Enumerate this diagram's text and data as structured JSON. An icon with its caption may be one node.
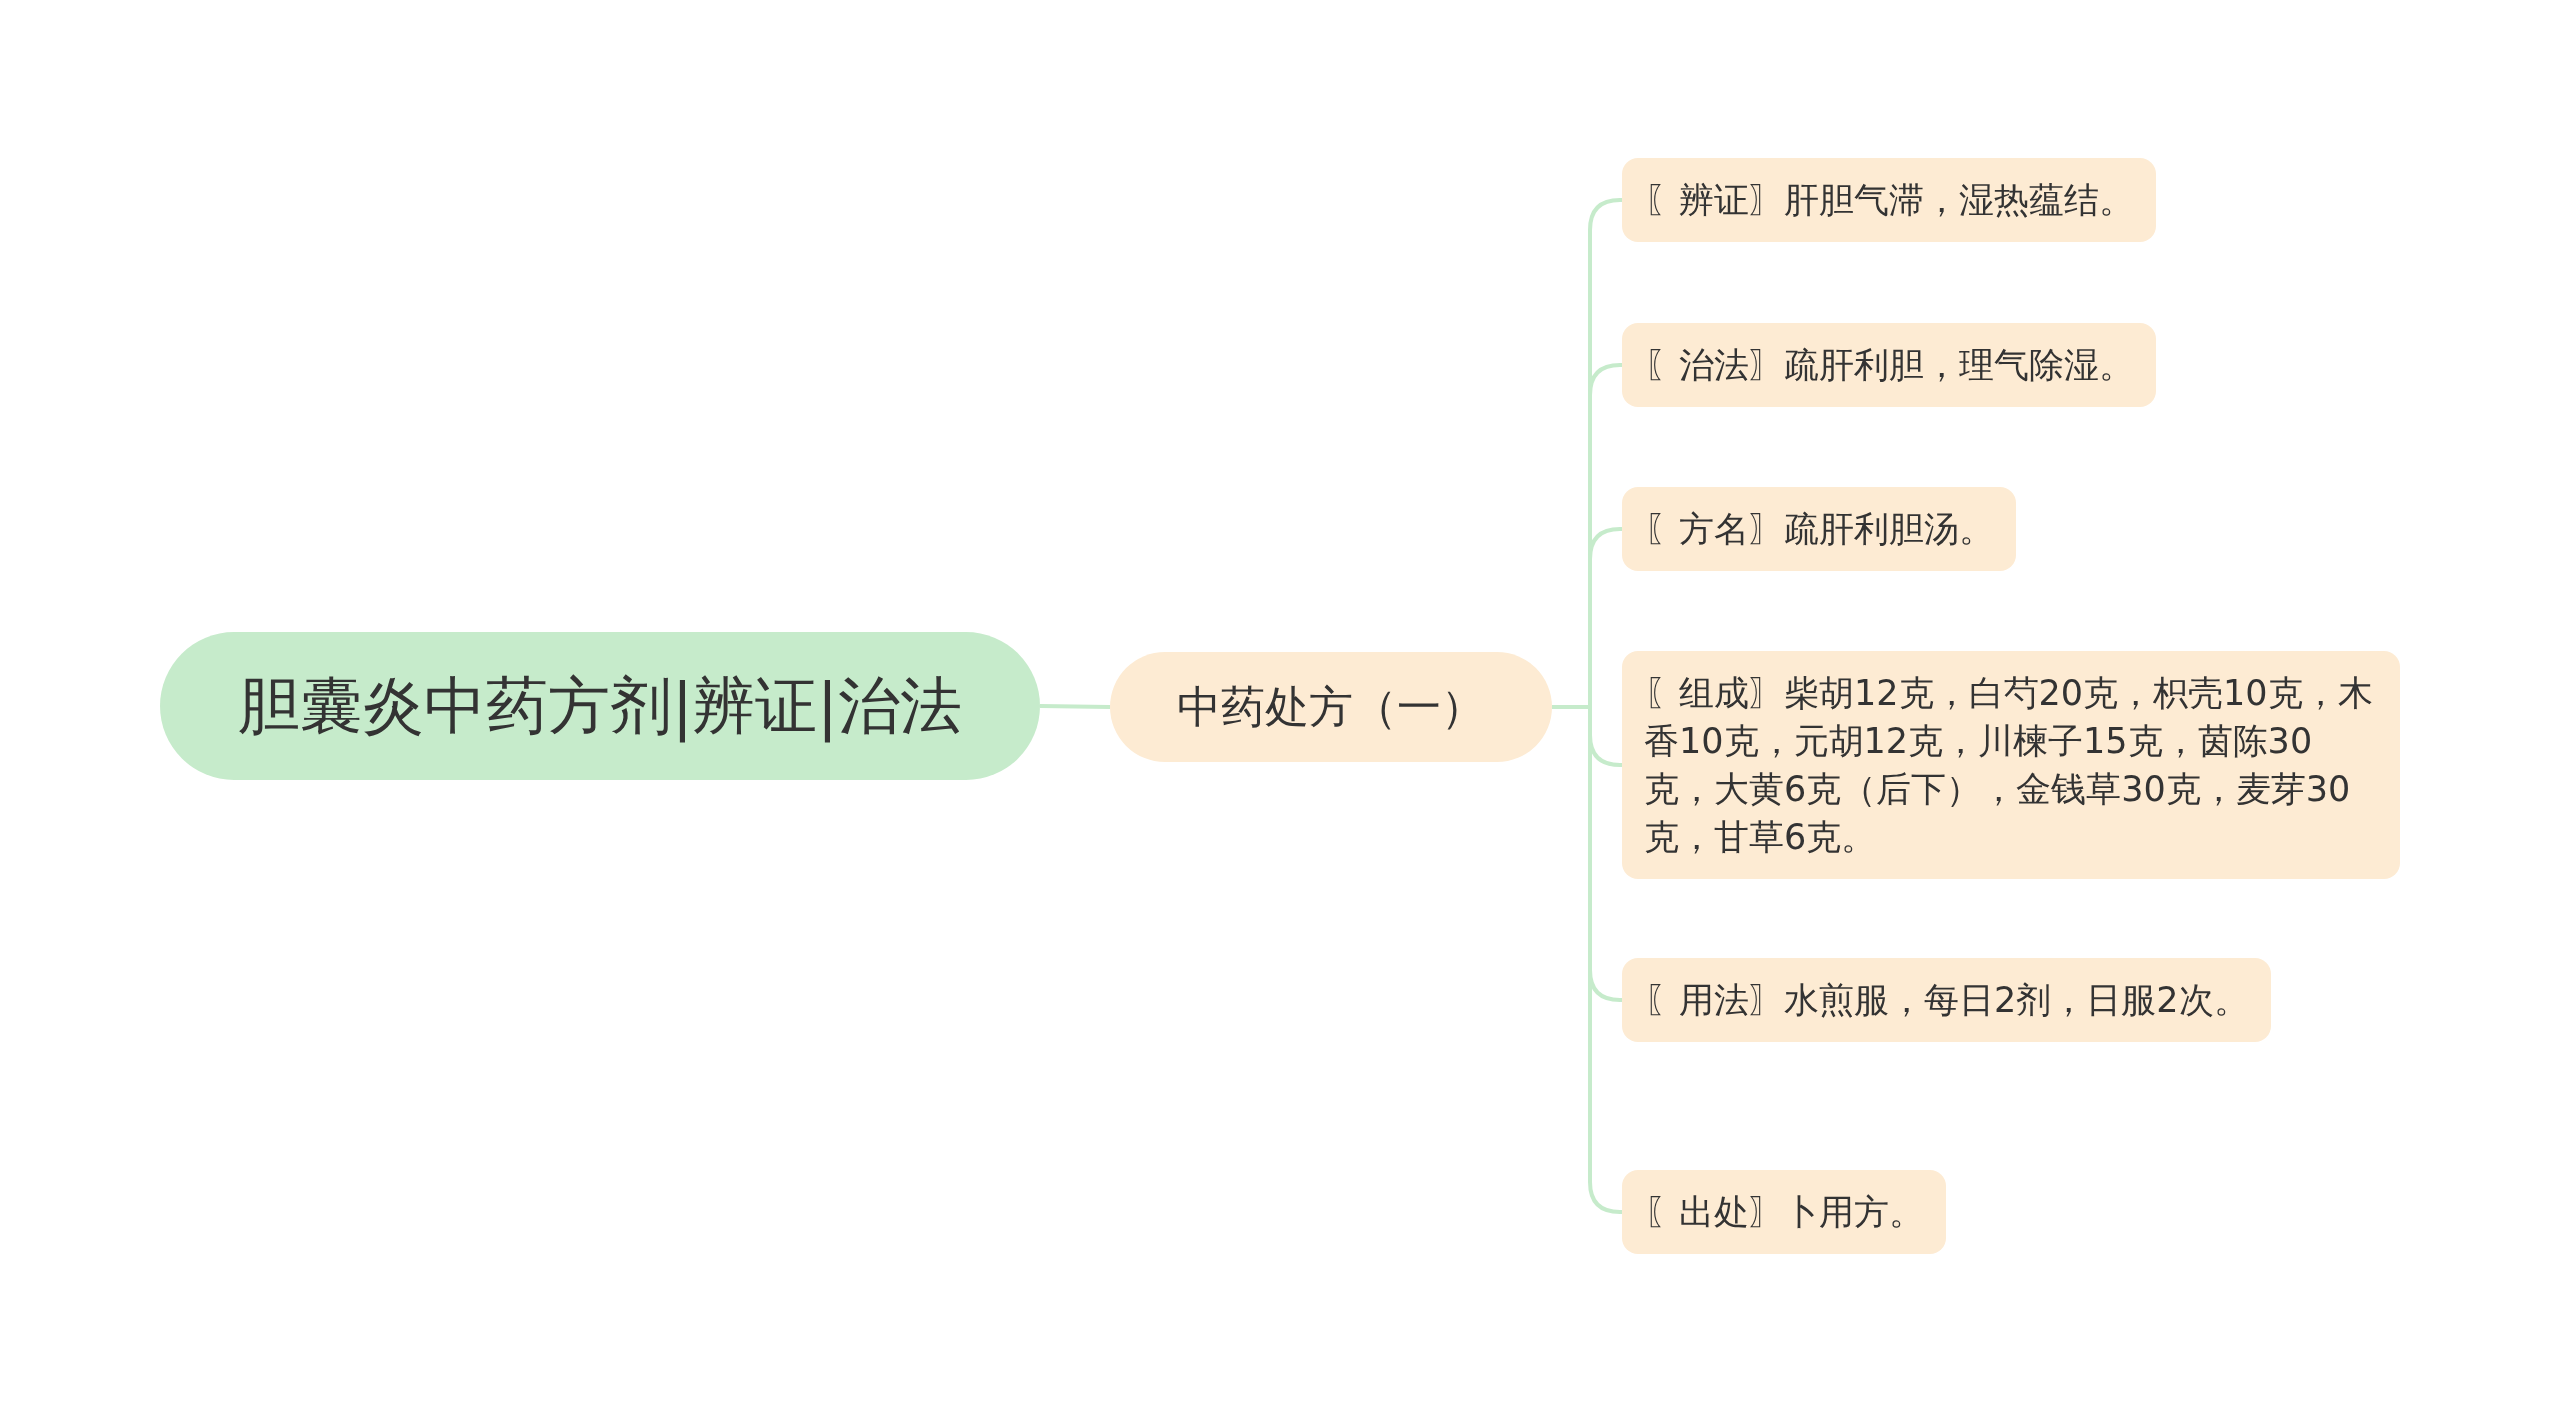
{
  "diagram": {
    "nodes": [
      {
        "text": [
          "胆囊炎中药方剂|辨证|治法"
        ]
      },
      {
        "text": [
          "中药处方（一）"
        ]
      },
      {
        "text": [
          "〖辨证〗肝胆气滞，湿热蕴结。"
        ]
      },
      {
        "text": [
          "〖治法〗疏肝利胆，理气除湿。"
        ]
      },
      {
        "text": [
          "〖方名〗疏肝利胆汤。"
        ]
      },
      {
        "text": [
          "〖组成〗柴胡12克，白芍20克，枳壳10克，木香10克，元胡12克，川楝子15克，茵陈30克，大黄6克（后下），金钱草30克，麦芽30克，甘草6克。"
        ]
      },
      {
        "text": [
          "〖用法〗水煎服，每日2剂，日服2次。"
        ]
      },
      {
        "text": [
          "〖出处〗卜用方。"
        ]
      }
    ],
    "edges": [
      {
        "from": 0,
        "to": 1,
        "arrow": "none"
      },
      {
        "from": 1,
        "to": 2,
        "arrow": "none"
      },
      {
        "from": 1,
        "to": 3,
        "arrow": "none"
      },
      {
        "from": 1,
        "to": 4,
        "arrow": "none"
      },
      {
        "from": 1,
        "to": 5,
        "arrow": "none"
      },
      {
        "from": 1,
        "to": 6,
        "arrow": "none"
      },
      {
        "from": 1,
        "to": 7,
        "arrow": "none"
      }
    ]
  }
}
